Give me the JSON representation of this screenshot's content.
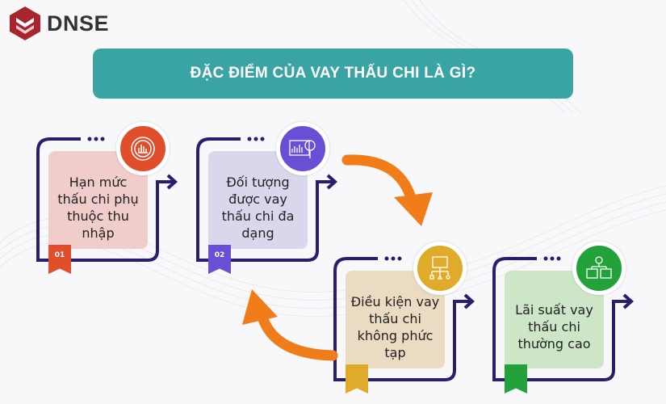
{
  "logo": {
    "text": "DNSE",
    "color": "#a8262b"
  },
  "title": "ĐẶC ĐIỂM CỦA VAY THẤU CHI LÀ GÌ?",
  "colors": {
    "banner": "#3aa3a3",
    "frame": "#2b1d6e",
    "arrow": "#f07d1a"
  },
  "cards": [
    {
      "number": "01",
      "text": "Hạn mức thấu chi phụ thuộc thu nhập",
      "icon": "bar-chart-cycle-icon",
      "accent": "#e04e2b",
      "fill": "#f0cccb"
    },
    {
      "number": "02",
      "text": "Đối tượng được vay thấu chi đa dạng",
      "icon": "analytics-magnifier-icon",
      "accent": "#6a4ed6",
      "fill": "#d9d7eb"
    },
    {
      "number": "",
      "text": "Điều kiện vay thấu chi không phức tạp",
      "icon": "folder-hierarchy-icon",
      "accent": "#e0aa2a",
      "fill": "#ebdbc2"
    },
    {
      "number": "",
      "text": "Lãi suất vay thấu chi thường cao",
      "icon": "gear-boxes-icon",
      "accent": "#23a13a",
      "fill": "#cde6c8"
    }
  ]
}
